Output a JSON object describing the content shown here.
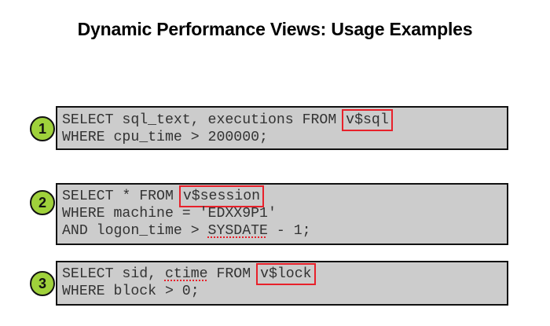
{
  "title": "Dynamic Performance Views: Usage Examples",
  "colors": {
    "badge_fill": "#9fd13b",
    "code_background": "#cccccc",
    "highlight_border": "#e8202a",
    "spellcheck_underline": "#e8202a"
  },
  "examples": [
    {
      "number": "1",
      "view": "v$sql",
      "lines": [
        {
          "pre": "SELECT sql_text, executions FROM ",
          "hl": "v$sql",
          "post": ""
        },
        {
          "pre": "WHERE cpu_time > 200000;",
          "hl": "",
          "post": ""
        }
      ]
    },
    {
      "number": "2",
      "view": "v$session",
      "lines": [
        {
          "pre": "SELECT * FROM ",
          "hl": "v$session",
          "post": ""
        },
        {
          "pre": "WHERE machine = 'EDXX9P1'",
          "hl": "",
          "post": ""
        },
        {
          "pre": "AND logon_time > ",
          "spell": "SYSDATE",
          "post": " - 1;"
        }
      ]
    },
    {
      "number": "3",
      "view": "v$lock",
      "lines": [
        {
          "pre": "SELECT sid, ",
          "spell": "ctime",
          "mid": " FROM ",
          "hl": "v$lock"
        },
        {
          "pre": "WHERE block > 0;",
          "hl": "",
          "post": ""
        }
      ]
    }
  ]
}
